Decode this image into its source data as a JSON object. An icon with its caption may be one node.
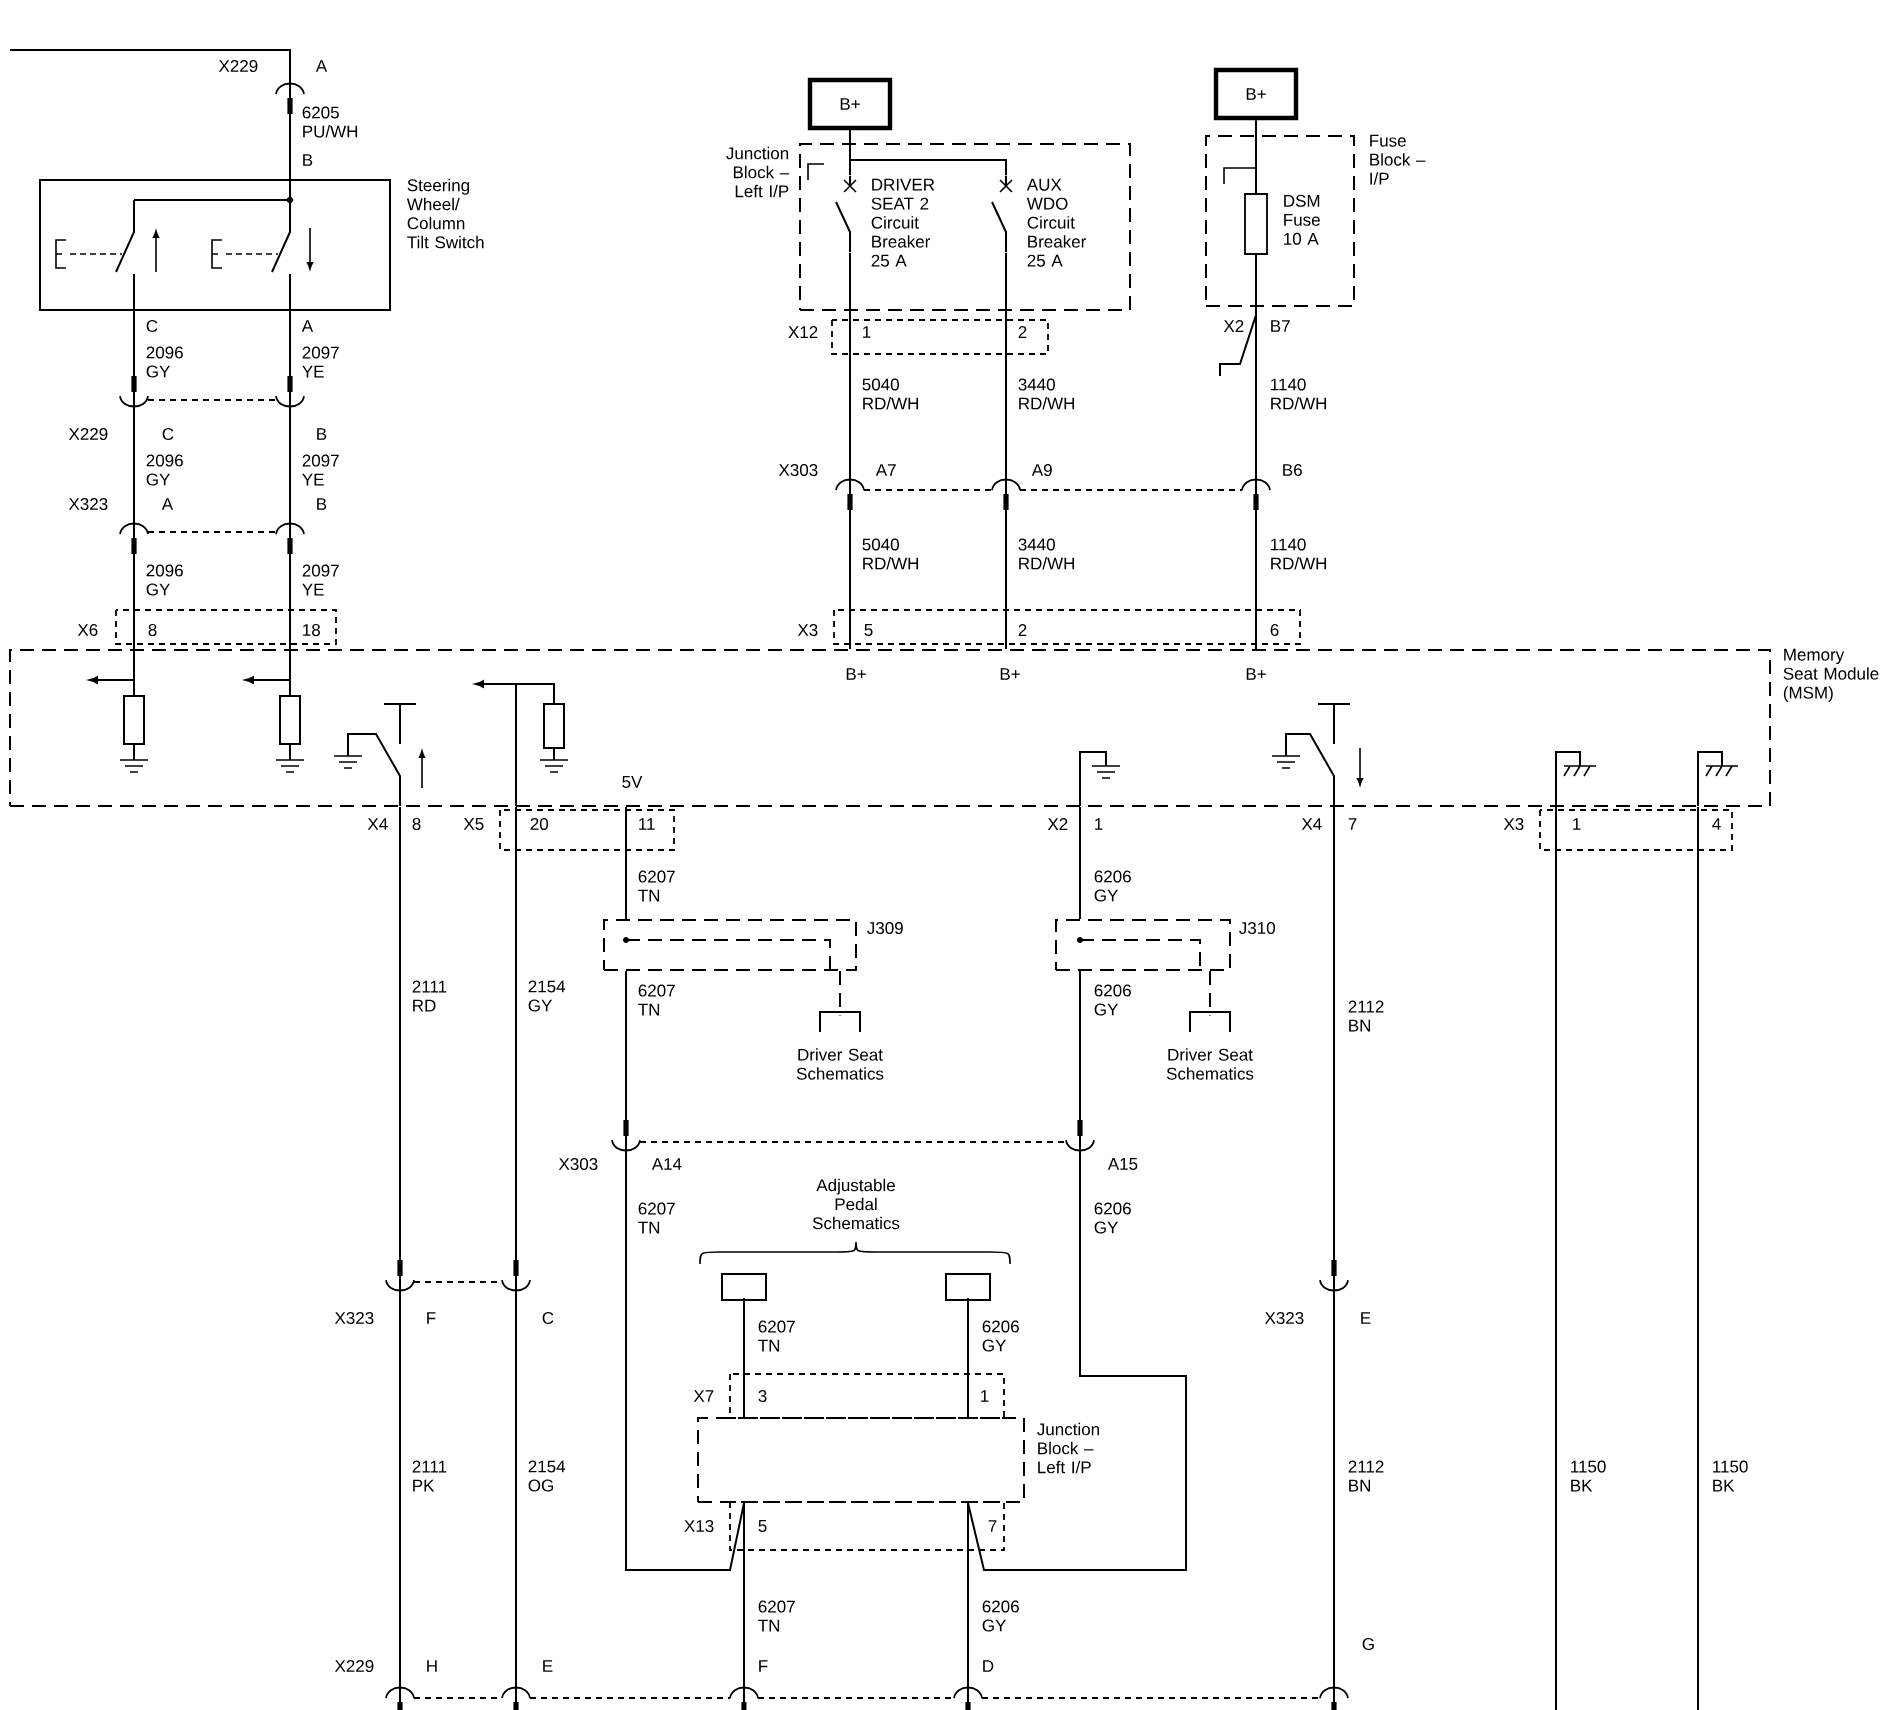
{
  "diagram": {
    "nodes": [
      {
        "text": [
          "Steering Wheel/ Column Tilt Switch"
        ]
      },
      {
        "text": [
          "B+"
        ]
      },
      {
        "text": [
          "B+"
        ]
      },
      {
        "text": [
          "Junction Block – Left I/P"
        ]
      },
      {
        "text": [
          "DRIVER SEAT 2 Circuit Breaker 25 A"
        ],
        "in": 3
      },
      {
        "text": [
          "AUX WDO Circuit Breaker 25 A"
        ],
        "in": 3
      },
      {
        "text": [
          "Fuse Block – I/P"
        ]
      },
      {
        "text": [
          "DSM Fuse 10 A"
        ],
        "in": 6
      },
      {
        "text": [
          "Memory Seat Module (MSM)"
        ]
      },
      {
        "text": [
          "J309"
        ]
      },
      {
        "text": [
          "J310"
        ]
      },
      {
        "text": [
          "Driver Seat Schematics"
        ]
      },
      {
        "text": [
          "Driver Seat Schematics"
        ]
      },
      {
        "text": [
          "Adjustable Pedal Schematics"
        ]
      },
      {
        "text": [
          "Junction Block – Left I/P"
        ]
      }
    ],
    "edges": [
      {
        "from": null,
        "to": 0,
        "arrow": "none"
      },
      {
        "from": 0,
        "to": 8,
        "arrow": "none"
      },
      {
        "from": 0,
        "to": 8,
        "arrow": "none"
      },
      {
        "from": 1,
        "to": 4,
        "arrow": "none"
      },
      {
        "from": 1,
        "to": 5,
        "arrow": "none"
      },
      {
        "from": 4,
        "to": 8,
        "arrow": "none"
      },
      {
        "from": 5,
        "to": 8,
        "arrow": "none"
      },
      {
        "from": 2,
        "to": 7,
        "arrow": "none"
      },
      {
        "from": 7,
        "to": 8,
        "arrow": "none"
      },
      {
        "from": 8,
        "to": 9,
        "arrow": "none"
      },
      {
        "from": 9,
        "to": 11,
        "arrow": "none",
        "style": "dashed"
      },
      {
        "from": 9,
        "to": 14,
        "arrow": "none"
      },
      {
        "from": 8,
        "to": 10,
        "arrow": "none"
      },
      {
        "from": 10,
        "to": 12,
        "arrow": "none",
        "style": "dashed"
      },
      {
        "from": 10,
        "to": 14,
        "arrow": "none"
      },
      {
        "from": 13,
        "to": 14,
        "arrow": "none"
      },
      {
        "from": 13,
        "to": 14,
        "arrow": "none"
      },
      {
        "from": 14,
        "to": null,
        "arrow": "none"
      },
      {
        "from": 14,
        "to": null,
        "arrow": "none"
      },
      {
        "from": 8,
        "to": null,
        "arrow": "none"
      },
      {
        "from": 8,
        "to": null,
        "arrow": "none"
      },
      {
        "from": 8,
        "to": null,
        "arrow": "none"
      },
      {
        "from": 8,
        "to": null,
        "arrow": "none"
      },
      {
        "from": 8,
        "to": null,
        "arrow": "none"
      },
      {
        "from": 6,
        "to": null,
        "arrow": "none"
      }
    ],
    "labels": [
      "X229",
      "A",
      "6205 PU/WH",
      "B",
      "C",
      "2096 GY",
      "A",
      "2097 YE",
      "X229",
      "C",
      "2096 GY",
      "B",
      "2097 YE",
      "X323",
      "A",
      "B",
      "2096 GY",
      "2097 YE",
      "X6",
      "8",
      "18",
      "X12",
      "1",
      "2",
      "5040 RD/WH",
      "3440 RD/WH",
      "X2",
      "B7",
      "1140 RD/WH",
      "X303",
      "A7",
      "A9",
      "B6",
      "5040 RD/WH",
      "3440 RD/WH",
      "1140 RD/WH",
      "X3",
      "5",
      "2",
      "6",
      "B+",
      "B+",
      "B+",
      "5V",
      "X4",
      "8",
      "X5",
      "20",
      "11",
      "X2",
      "1",
      "X4",
      "7",
      "X3",
      "1",
      "4",
      "6207 TN",
      "6206 GY",
      "2111 RD",
      "2154 GY",
      "6207 TN",
      "6206 GY",
      "2112 BN",
      "X303",
      "A14",
      "A15",
      "6207 TN",
      "6206 GY",
      "X323",
      "F",
      "C",
      "X323",
      "E",
      "6207 TN",
      "6206 GY",
      "X7",
      "3",
      "1",
      "X13",
      "5",
      "7",
      "2111 PK",
      "2154 OG",
      "2112 BN",
      "1150 BK",
      "1150 BK",
      "6207 TN",
      "6206 GY",
      "X229",
      "H",
      "E",
      "F",
      "D",
      "G"
    ]
  }
}
